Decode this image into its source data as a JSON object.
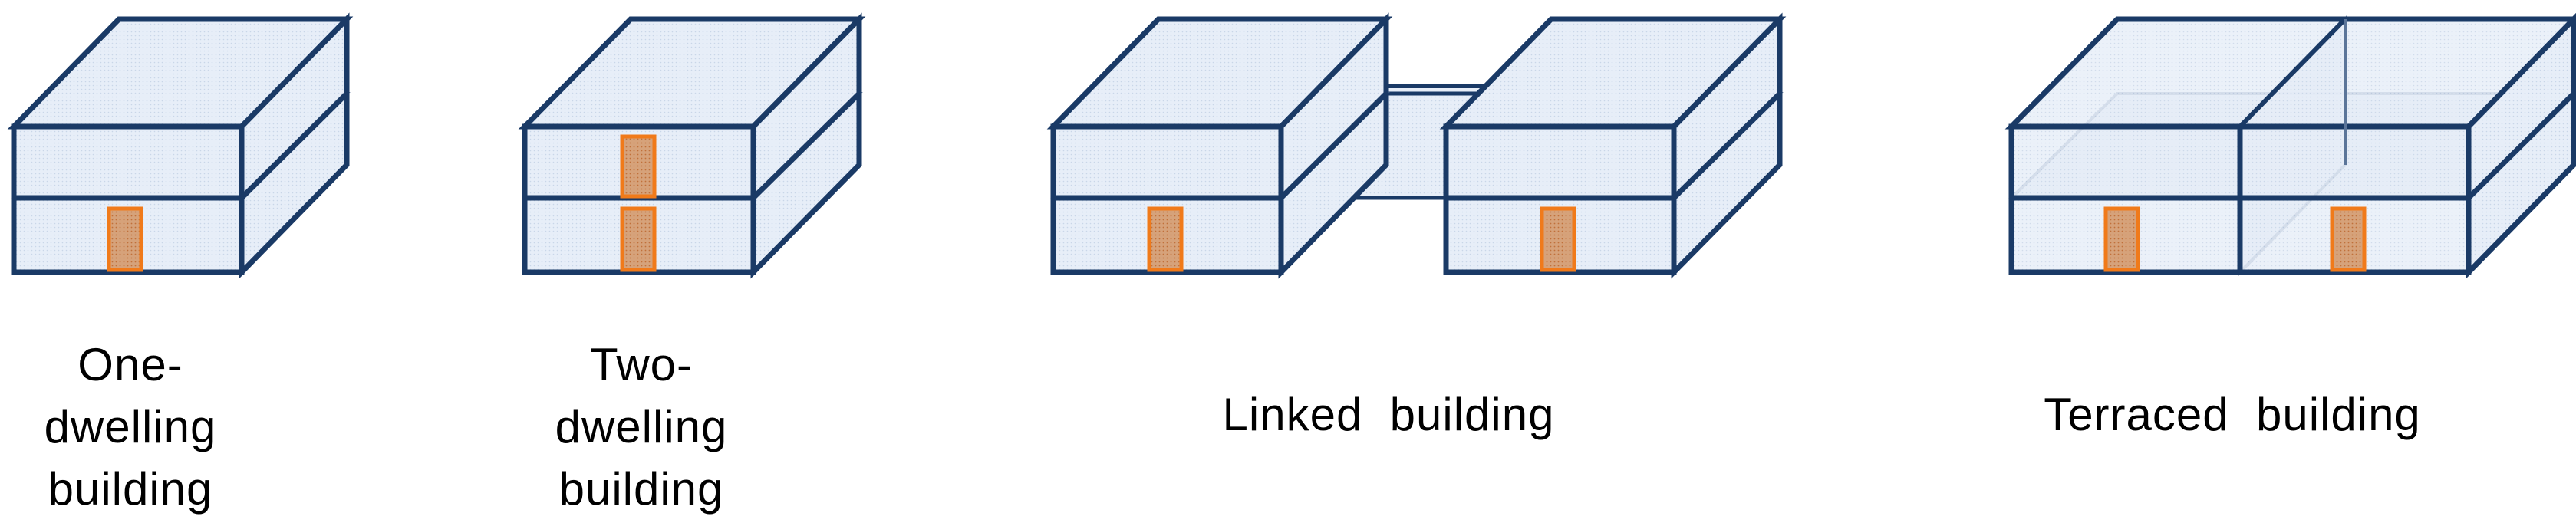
{
  "labels": {
    "one_dwelling": [
      "One-",
      "dwelling",
      "building"
    ],
    "two_dwelling": [
      "Two-",
      "dwelling",
      "building"
    ],
    "linked": "Linked  building",
    "terraced": "Terraced  building"
  },
  "colors": {
    "outline": "#1a3a66",
    "face_fill": "#e6edf7",
    "top_fill": "#eef3fa",
    "door_fill": "#d4874b",
    "door_stroke": "#f07a1a",
    "text": "#000000"
  },
  "icons": {
    "building": "wireframe-box",
    "door": "door-rectangle"
  }
}
